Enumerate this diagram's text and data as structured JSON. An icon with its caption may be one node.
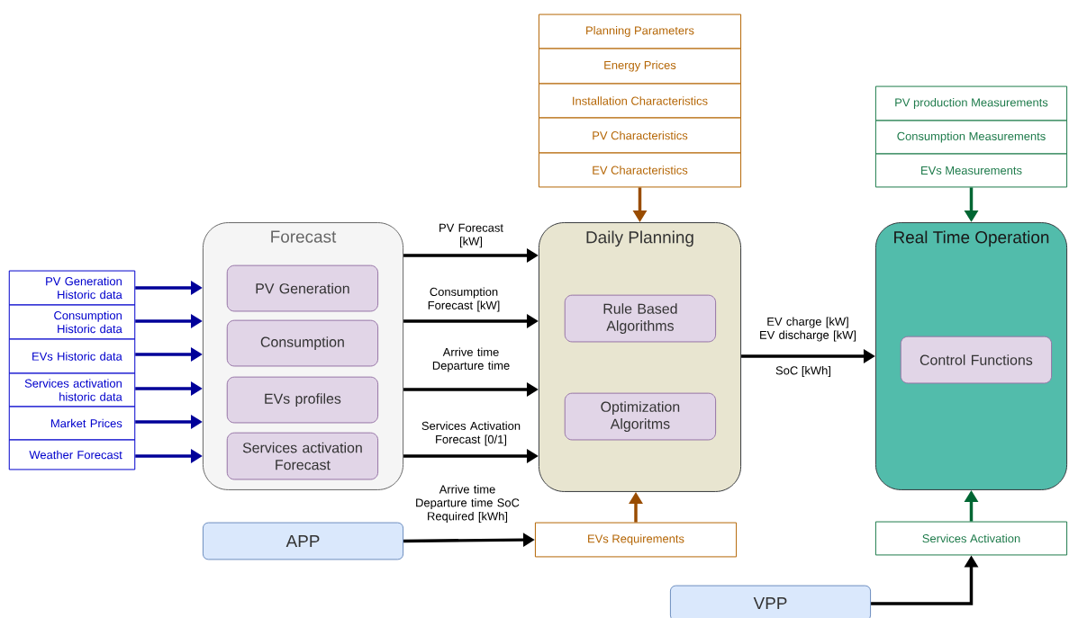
{
  "diagram": {
    "nodes": [
      {
        "text": [
          "Forecast"
        ]
      },
      {
        "text": [
          "PV Generation"
        ],
        "in": 0
      },
      {
        "text": [
          "Consumption"
        ],
        "in": 0
      },
      {
        "text": [
          "EVs profiles"
        ],
        "in": 0
      },
      {
        "text": [
          "Services activation Forecast"
        ],
        "in": 0
      },
      {
        "text": [
          "Daily Planning"
        ]
      },
      {
        "text": [
          "Rule Based Algorithms"
        ],
        "in": 5
      },
      {
        "text": [
          "Optimization Algoritms"
        ],
        "in": 5
      },
      {
        "text": [
          "Real Time Operation"
        ]
      },
      {
        "text": [
          "Control Functions"
        ],
        "in": 8
      },
      {
        "text": [
          "PV Generation Historic data"
        ]
      },
      {
        "text": [
          "Consumption Historic data"
        ]
      },
      {
        "text": [
          "EVs Historic data"
        ]
      },
      {
        "text": [
          "Services activation historic data"
        ]
      },
      {
        "text": [
          "Market Prices"
        ]
      },
      {
        "text": [
          "Weather Forecast"
        ]
      },
      {
        "text": [
          "Planning Parameters"
        ]
      },
      {
        "text": [
          "Energy Prices"
        ]
      },
      {
        "text": [
          "Installation Characteristics"
        ]
      },
      {
        "text": [
          "PV Characteristics"
        ]
      },
      {
        "text": [
          "EV Characteristics"
        ]
      },
      {
        "text": [
          "PV production Measurements"
        ]
      },
      {
        "text": [
          "Consumption Measurements"
        ]
      },
      {
        "text": [
          "EVs Measurements"
        ]
      },
      {
        "text": [
          "APP"
        ]
      },
      {
        "text": [
          "EVs Requirements"
        ]
      },
      {
        "text": [
          "Services Activation"
        ]
      },
      {
        "text": [
          "VPP"
        ]
      }
    ],
    "edges": [
      {
        "from": 10,
        "to": 0,
        "arrow": "to",
        "color": "#000099"
      },
      {
        "from": 11,
        "to": 0,
        "arrow": "to",
        "color": "#000099"
      },
      {
        "from": 12,
        "to": 0,
        "arrow": "to",
        "color": "#000099"
      },
      {
        "from": 13,
        "to": 0,
        "arrow": "to",
        "color": "#000099"
      },
      {
        "from": 14,
        "to": 0,
        "arrow": "to",
        "color": "#000099"
      },
      {
        "from": 15,
        "to": 0,
        "arrow": "to",
        "color": "#000099"
      },
      {
        "from": 0,
        "to": 5,
        "arrow": "to",
        "label": "PV Forecast [kW]",
        "color": "#000000"
      },
      {
        "from": 0,
        "to": 5,
        "arrow": "to",
        "label": "Consumption Forecast [kW]",
        "color": "#000000"
      },
      {
        "from": 0,
        "to": 5,
        "arrow": "to",
        "label": "Arrive time Departure time",
        "color": "#000000"
      },
      {
        "from": 0,
        "to": 5,
        "arrow": "to",
        "label": "Services Activation Forecast [0/1]",
        "color": "#000000"
      },
      {
        "from": 5,
        "to": 8,
        "arrow": "to",
        "label": "EV charge [kW] EV discharge [kW]",
        "color": "#000000"
      },
      {
        "from": 20,
        "to": 5,
        "arrow": "to",
        "color": "#994c00"
      },
      {
        "from": 23,
        "to": 8,
        "arrow": "to",
        "color": "#006633"
      },
      {
        "from": 24,
        "to": 25,
        "arrow": "to",
        "label": "Arrive time Departure time SoC Required [kWh]",
        "color": "#000000"
      },
      {
        "from": 25,
        "to": 5,
        "arrow": "to",
        "color": "#994c00"
      },
      {
        "from": 27,
        "to": 26,
        "arrow": "to",
        "color": "#000000"
      },
      {
        "from": 26,
        "to": 8,
        "arrow": "to",
        "color": "#006633"
      }
    ],
    "labels": [
      "SoC [kWh]"
    ]
  }
}
